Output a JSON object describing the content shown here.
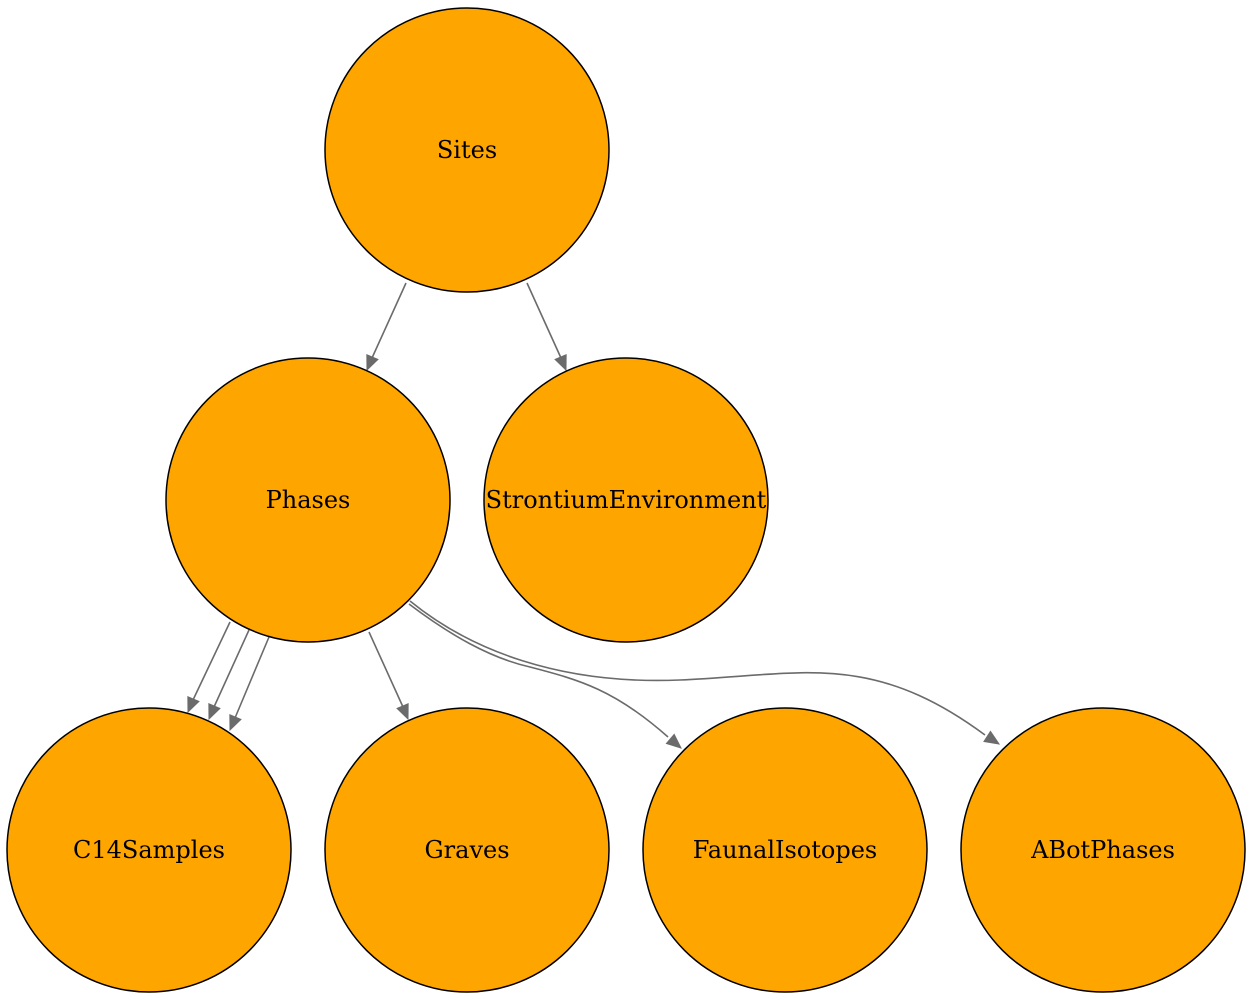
{
  "graph": {
    "node_fill": "#ffa500",
    "node_stroke": "#000000",
    "edge_color": "#6b6b6b",
    "nodes": [
      {
        "id": "sites",
        "label": "Sites"
      },
      {
        "id": "phases",
        "label": "Phases"
      },
      {
        "id": "strontium",
        "label": "StrontiumEnvironment"
      },
      {
        "id": "c14",
        "label": "C14Samples"
      },
      {
        "id": "graves",
        "label": "Graves"
      },
      {
        "id": "faunal",
        "label": "FaunalIsotopes"
      },
      {
        "id": "abot",
        "label": "ABotPhases"
      }
    ],
    "edges": [
      {
        "from": "sites",
        "to": "phases"
      },
      {
        "from": "sites",
        "to": "strontium"
      },
      {
        "from": "phases",
        "to": "c14"
      },
      {
        "from": "phases",
        "to": "c14"
      },
      {
        "from": "phases",
        "to": "c14"
      },
      {
        "from": "phases",
        "to": "graves"
      },
      {
        "from": "phases",
        "to": "faunal"
      },
      {
        "from": "phases",
        "to": "abot"
      }
    ]
  }
}
